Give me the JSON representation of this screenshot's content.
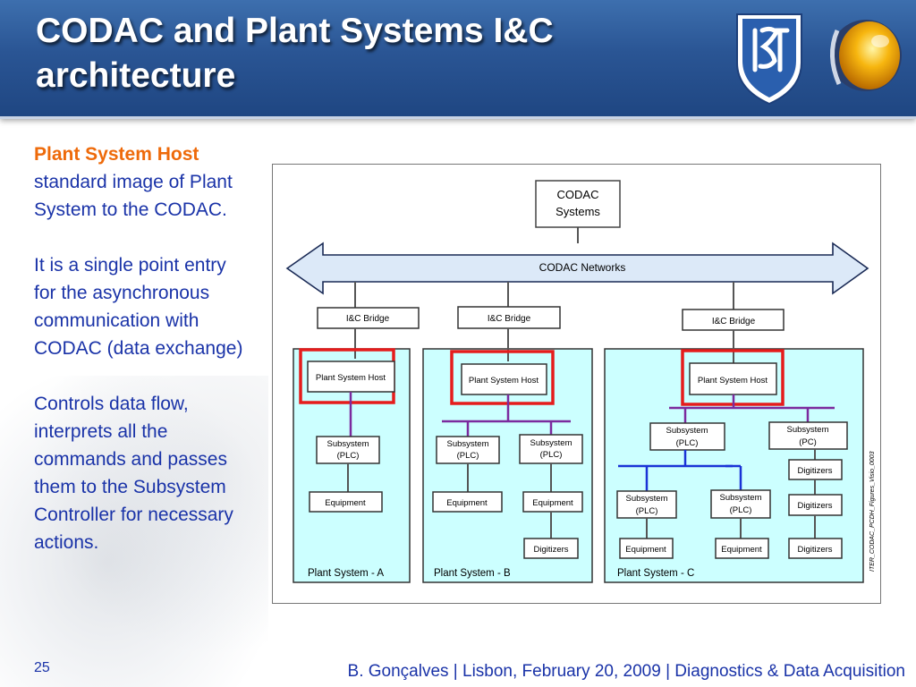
{
  "slide": {
    "title_line1": "CODAC and Plant Systems I&C",
    "title_line2": "architecture",
    "logos": [
      "ist-shield-logo",
      "orb-logo"
    ],
    "page_number": "25",
    "footer": "B. Gonçalves | Lisbon, February 20, 2009 | Diagnostics & Data Acquisition"
  },
  "text": {
    "heading": "Plant System Host",
    "p1_rest": "standard image of Plant System to the CODAC.",
    "p2": " It is a single point entry for the asynchronous communication with CODAC (data exchange)",
    "p3": "Controls data flow, interprets all the commands and passes them to the Subsystem Controller for necessary actions."
  },
  "diagram": {
    "codac_line1": "CODAC",
    "codac_line2": "Systems",
    "network": "CODAC  Networks",
    "bridge": "I&C Bridge",
    "host": "Plant System Host",
    "subsystem": "Subsystem",
    "plc": "(PLC)",
    "pc": "(PC)",
    "equipment": "Equipment",
    "digitizers": "Digitizers",
    "plant_a": "Plant System - A",
    "plant_b": "Plant System - B",
    "plant_c": "Plant System - C",
    "side_label": "ITER_CODAC_PCDH_Figures_Visio_0003",
    "colors": {
      "plant_fill": "#ccffff",
      "network_fill": "#dce9f8",
      "highlight": "#e51c1c",
      "purple_bus": "#7b2a9e",
      "blue_bus": "#1a33d6"
    }
  }
}
